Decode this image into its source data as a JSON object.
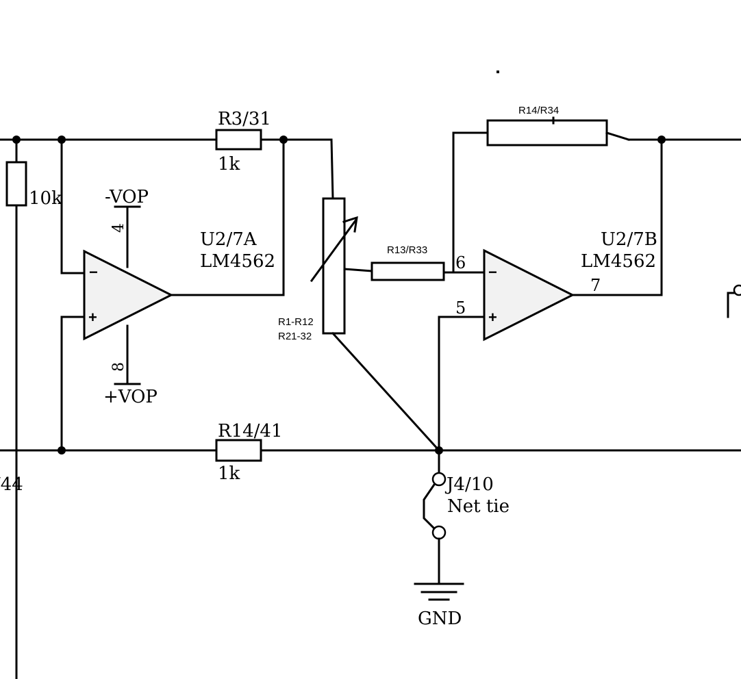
{
  "labels": {
    "r3": "R3/31",
    "r3_value": "1k",
    "r10k": "10k",
    "minus_vop": "-VOP",
    "pin4": "4",
    "u2a_ref": "U2/7A",
    "u2a_part": "LM4562",
    "pin8": "8",
    "plus_vop": "+VOP",
    "r14_41": "R14/41",
    "r14_41_value": "1k",
    "left_edge": "/44",
    "pot_line1": "R1-R12",
    "pot_line2": "R21-32",
    "r13": "R13/R33",
    "r14_34": "R14/R34",
    "u2b_ref": "U2/7B",
    "u2b_part": "LM4562",
    "pin6": "6",
    "pin5": "5",
    "pin7": "7",
    "j4": "J4/10",
    "net_tie": "Net tie",
    "gnd": "GND",
    "minus_sign": "−",
    "plus_sign": "+"
  }
}
